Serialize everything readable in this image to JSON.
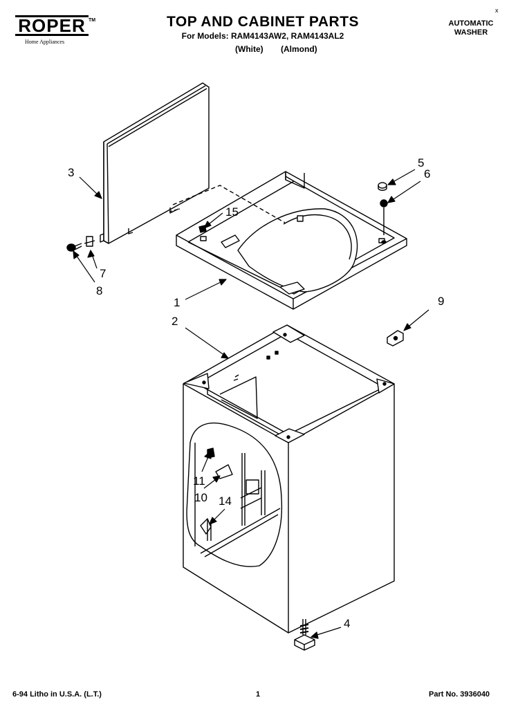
{
  "header": {
    "brand": "ROPER",
    "brand_tm": "TM",
    "brand_sub": "Home Appliances",
    "title": "TOP AND CABINET PARTS",
    "models": "For Models: RAM4143AW2, RAM4143AL2",
    "color_white": "(White)",
    "color_almond": "(Almond)",
    "product_line1": "AUTOMATIC",
    "product_line2": "WASHER",
    "corner_mark": "x"
  },
  "callouts": [
    "1",
    "2",
    "3",
    "4",
    "5",
    "6",
    "7",
    "8",
    "9",
    "10",
    "11",
    "14",
    "15"
  ],
  "footer": {
    "litho": "6-94 Litho in U.S.A. (L.T.)",
    "page": "1",
    "part_no": "Part No. 3936040"
  }
}
